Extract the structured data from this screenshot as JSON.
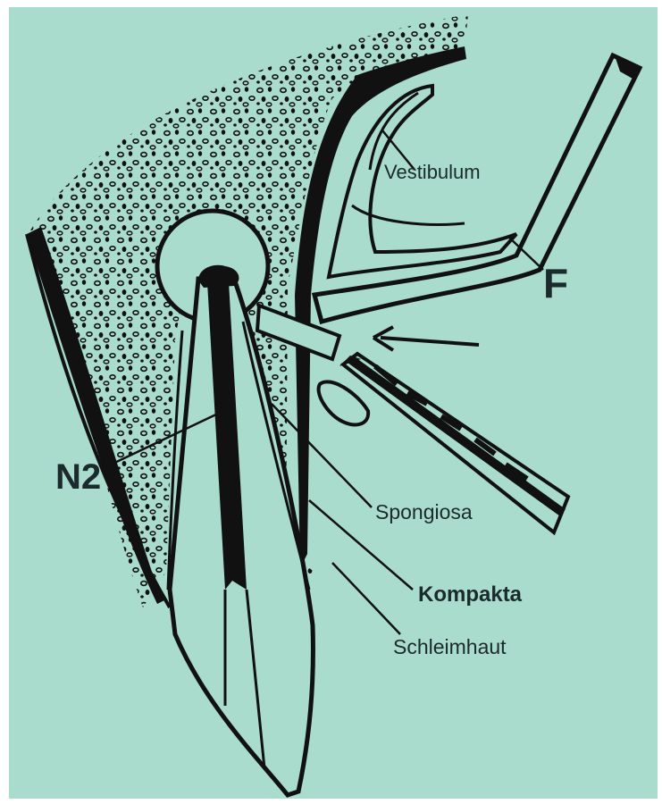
{
  "colors": {
    "background": "#a9dccd",
    "frame": "#ffffff",
    "ink": "#111111"
  },
  "labels": {
    "vestibulum": "Vestibulum",
    "f": "F",
    "n2": "N2",
    "spongiosa": "Spongiosa",
    "kompakta": "Kompakta",
    "schleimhaut": "Schleimhaut"
  }
}
